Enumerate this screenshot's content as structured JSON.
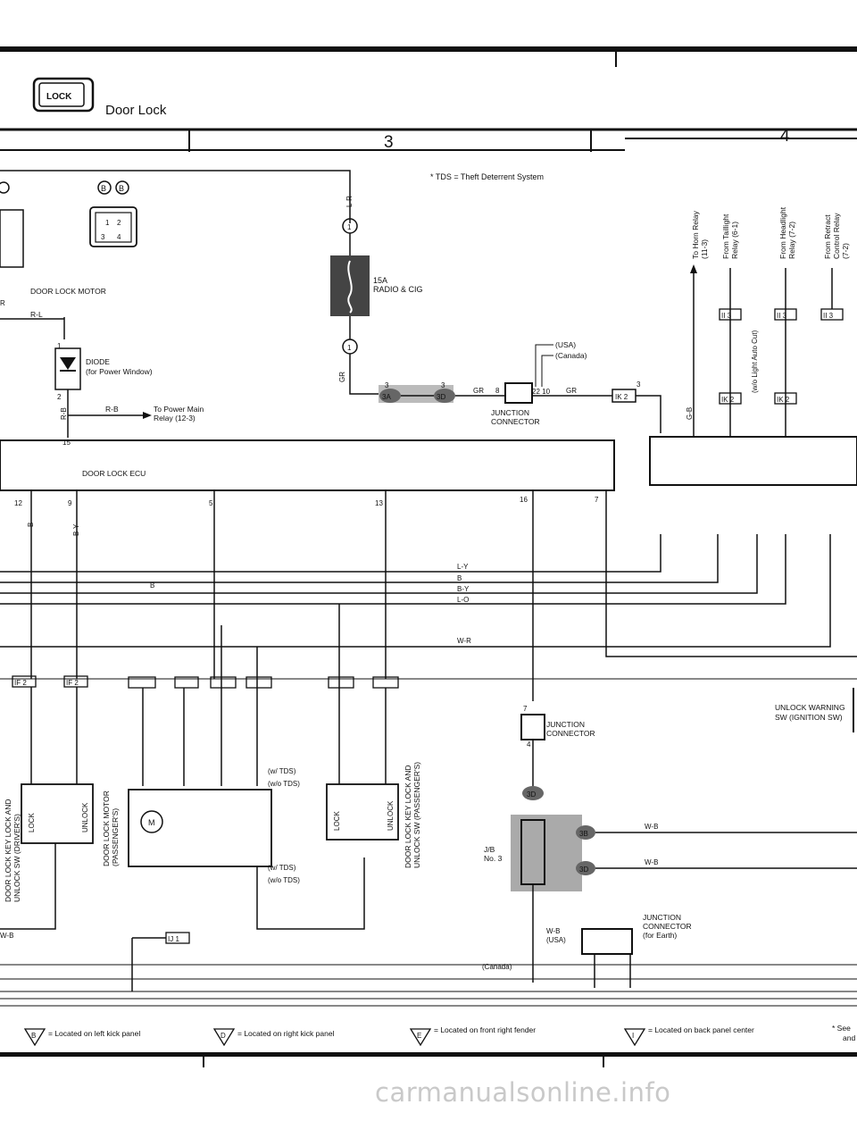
{
  "header": {
    "title": "Door Lock",
    "icon_text": "LOCK",
    "section_3": "3",
    "section_4": "4",
    "note": "* TDS = Theft Deterrent System"
  },
  "components": {
    "door_lock_motor": "DOOR LOCK MOTOR",
    "connector_b1": "B",
    "connector_b2": "B",
    "diode": "DIODE",
    "diode_sub": "(for Power Window)",
    "power_main_relay": "To Power Main",
    "power_main_relay_2": "Relay (12-3)",
    "door_lock_ecu": "DOOR LOCK ECU",
    "fuse_amp": "15A",
    "fuse_name": "RADIO & CIG",
    "junction_connector": "JUNCTION",
    "junction_connector_2": "CONNECTOR",
    "usa": "(USA)",
    "canada": "(Canada)",
    "horn_relay": "To Horn Relay",
    "horn_relay_ref": "(11-3)",
    "taillight_relay": "From Taillight",
    "taillight_relay_2": "Relay (6-1)",
    "headlight_relay": "From Headlight",
    "headlight_relay_2": "Relay (7-2)",
    "retract_relay": "From Retract",
    "retract_relay_2": "Control Relay",
    "retract_relay_3": "(7-2)",
    "light_auto_cut": "(w/o Light Auto Cut)",
    "unlock_warning": "UNLOCK WARNING",
    "unlock_warning_2": "SW (IGNITION SW)",
    "key_sw_driver": "DOOR LOCK KEY LOCK AND",
    "key_sw_driver_2": "UNLOCK SW (DRIVER'S)",
    "motor_passenger": "DOOR LOCK MOTOR",
    "motor_passenger_2": "(PASSENGER'S)",
    "key_sw_passenger": "DOOR LOCK KEY LOCK AND",
    "key_sw_passenger_2": "UNLOCK SW (PASSENGER'S)",
    "jb_no3": "J/B",
    "jb_no3_2": "No. 3",
    "jc_earth": "JUNCTION",
    "jc_earth_2": "CONNECTOR",
    "jc_earth_3": "(for Earth)",
    "lock": "LOCK",
    "unlock": "UNLOCK",
    "w_tds": "(w/ TDS)",
    "wo_tds": "(w/o TDS)",
    "usa_short": "(USA)",
    "canada_short": "(Canada)"
  },
  "legend": {
    "b": "B",
    "d": "D",
    "e": "E",
    "i": "I",
    "b_text": "= Located on left kick panel",
    "d_text": "= Located on right kick panel",
    "e_text": "= Located on front right fender",
    "i_text": "= Located on back panel center",
    "see": "* See",
    "and": "and"
  },
  "watermark": "carmanualsonline.info"
}
